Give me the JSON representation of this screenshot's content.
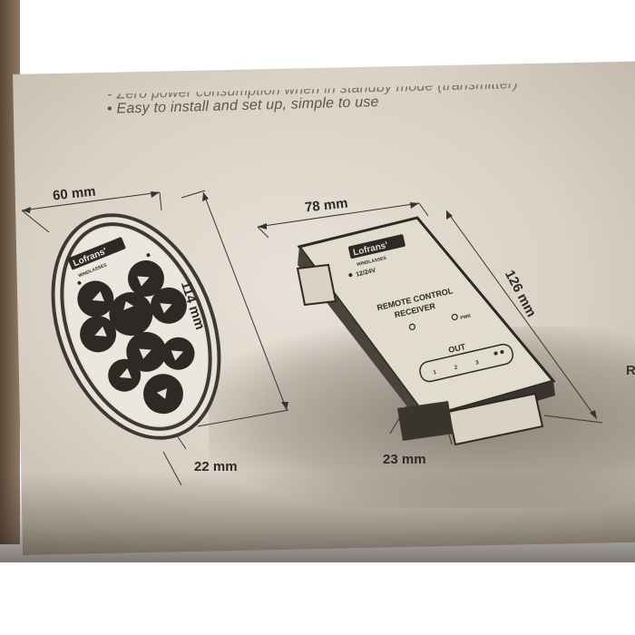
{
  "bullets": [
    "Zero power consumption when in standby mode (transmitter)",
    "Easy to install and set up, simple to use"
  ],
  "transmitter": {
    "width_label": "60 mm",
    "height_label": "114 mm",
    "depth_label": "22 mm",
    "brand": "Lofrans'",
    "subbrand": "WINDLASSES",
    "button_icon": "triangle-arrow-icon"
  },
  "receiver": {
    "width_label": "78 mm",
    "length_label": "126 mm",
    "depth_label": "23 mm",
    "brand": "Lofrans'",
    "subbrand": "WINDLASSES",
    "voltage": "12/24V",
    "title_line1": "REMOTE CONTROL",
    "title_line2": "RECEIVER",
    "led_label": "PWR",
    "out_label": "OUT",
    "terminals": [
      "1",
      "2",
      "3"
    ]
  },
  "edge_text": "R"
}
